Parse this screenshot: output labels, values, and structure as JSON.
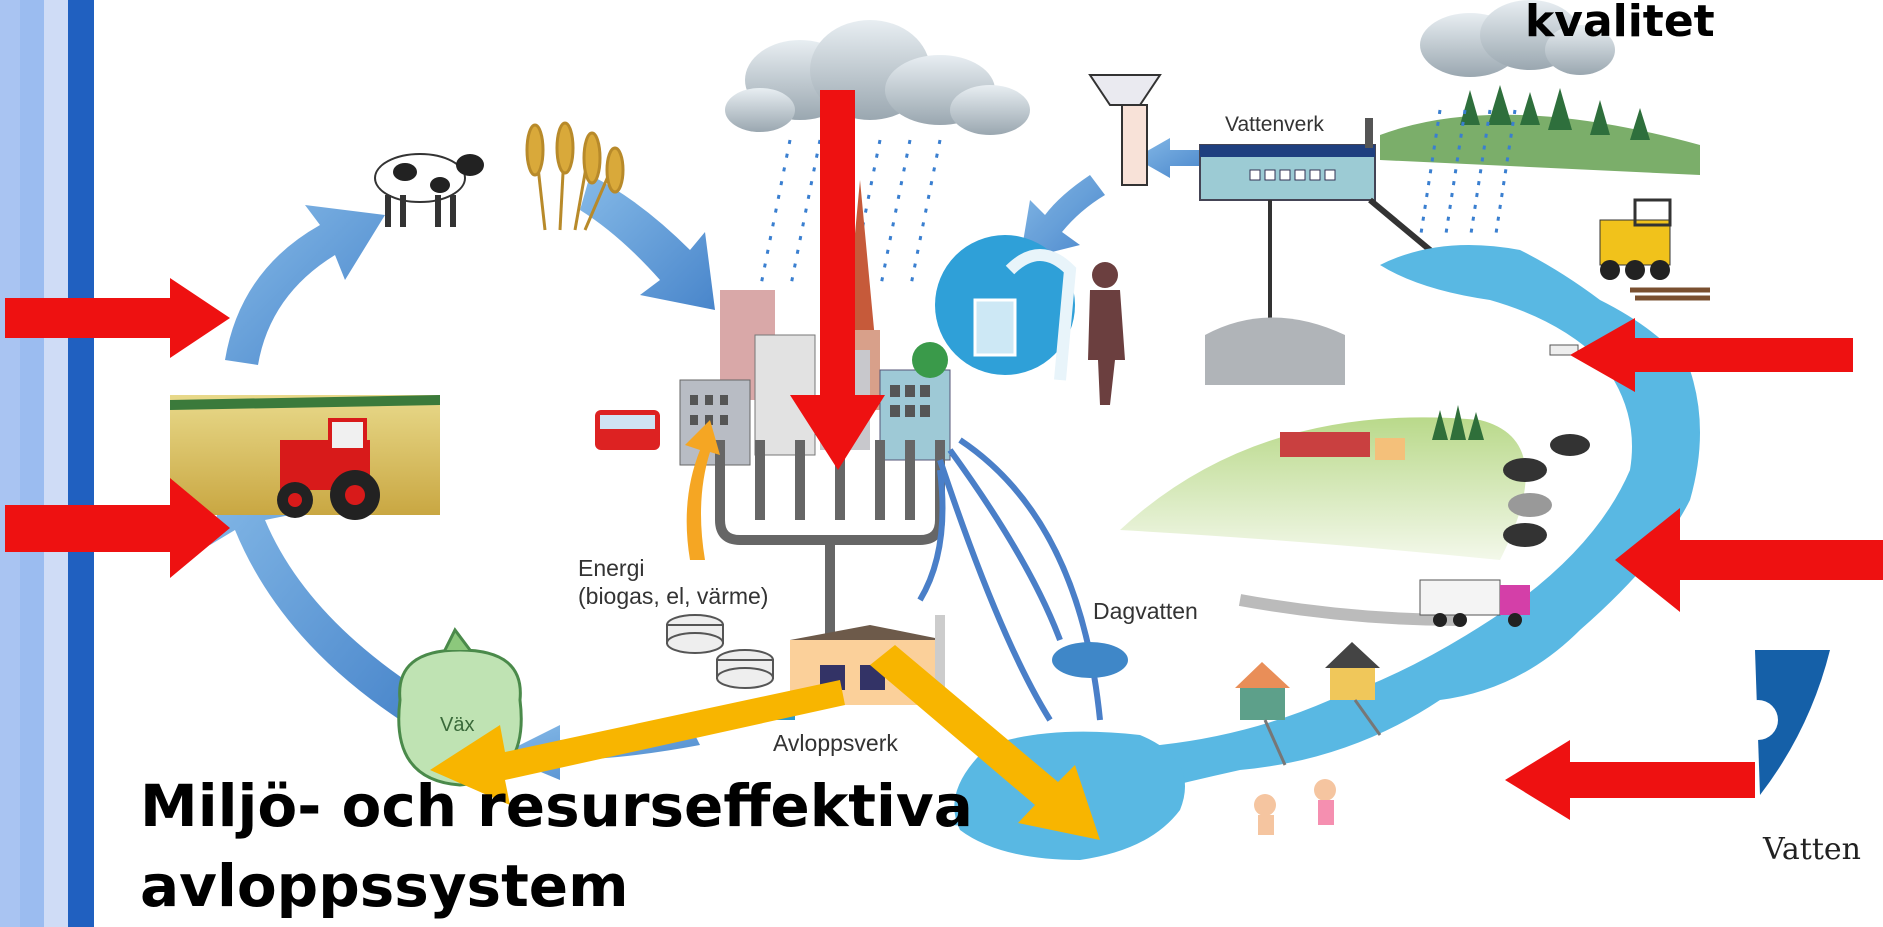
{
  "slide": {
    "heading_top_right": "kvalitet",
    "title_line1": "Miljö- och resurseffektiva",
    "title_line2": "avloppssystem",
    "logo_text": "Vatten",
    "logo_color": "#1560a8"
  },
  "diagram": {
    "labels": {
      "waterworks": "Vattenverk",
      "energy_line1": "Energi",
      "energy_line2": "(biogas, el, värme)",
      "stormwater": "Dagvatten",
      "sewage_plant": "Avloppsverk",
      "sludge_bag": "Väx"
    },
    "colors": {
      "red_arrow": "#ee1111",
      "yellow_arrow": "#f8b500",
      "cycle_arrow": "#4a90d0",
      "water": "#59b8e3",
      "energy_arrow": "#f5a623",
      "stripe_light": "#9bbcf0",
      "stripe_pale": "#cfdcf6",
      "stripe_dark": "#2060c0"
    }
  }
}
